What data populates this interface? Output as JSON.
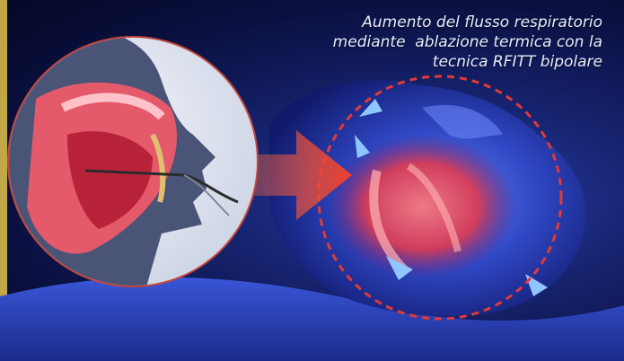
{
  "caption": {
    "line1": "Aumento del flusso respiratorio",
    "line2": "mediante  ablazione termica con la",
    "line3": "tecnica RFITT bipolare"
  },
  "colors": {
    "background": "#0b1444",
    "head_blue": "#2b46c8",
    "tissue_red": "#e8505a",
    "dashed_circle": "#e03a3a",
    "arrow": "#f05a3a",
    "inset_bg": "#dfe6f2"
  }
}
